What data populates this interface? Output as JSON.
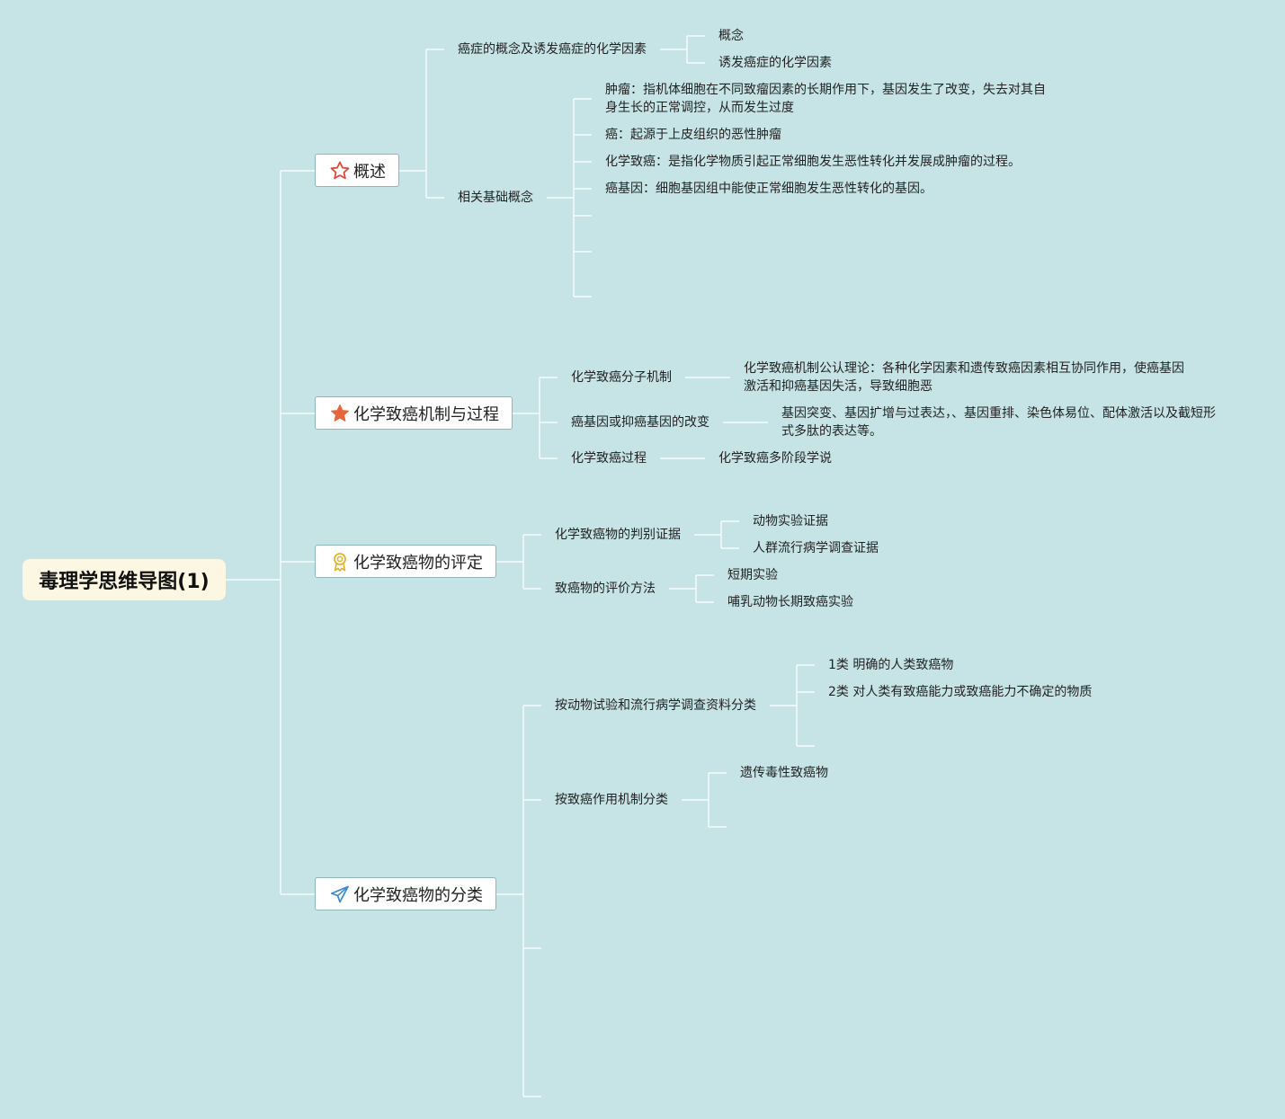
{
  "root": {
    "title": "毒理学思维导图(1)"
  },
  "branches": {
    "overview": {
      "label": "概述",
      "icon": "star-outline-icon",
      "topics": {
        "concept_factors": {
          "label": "癌症的概念及诱发癌症的化学因素",
          "items": [
            "概念",
            "诱发癌症的化学因素"
          ]
        },
        "basic_concepts": {
          "label": "相关基础概念",
          "items": [
            "肿瘤：指机体细胞在不同致瘤因素的长期作用下，基因发生了改变，失去对其自身生长的正常调控，从而发生过度",
            "癌：起源于上皮组织的恶性肿瘤",
            "化学致癌：是指化学物质引起正常细胞发生恶性转化并发展成肿瘤的过程。",
            "癌基因：细胞基因组中能使正常细胞发生恶性转化的基因。"
          ]
        }
      }
    },
    "mechanism": {
      "label": "化学致癌机制与过程",
      "icon": "star-filled-icon",
      "topics": {
        "molecular": {
          "label": "化学致癌分子机制",
          "detail": "化学致癌机制公认理论：各种化学因素和遗传致癌因素相互协同作用，使癌基因激活和抑癌基因失活，导致细胞恶"
        },
        "gene_change": {
          "label": "癌基因或抑癌基因的改变",
          "detail": "基因突变、基因扩增与过表达，、基因重排、染色体易位、配体激活以及截短形式多肽的表达等。"
        },
        "process": {
          "label": "化学致癌过程",
          "detail": "化学致癌多阶段学说"
        }
      }
    },
    "evaluation": {
      "label": "化学致癌物的评定",
      "icon": "award-ribbon-icon",
      "topics": {
        "evidence": {
          "label": "化学致癌物的判别证据",
          "items": [
            "动物实验证据",
            "人群流行病学调查证据"
          ]
        },
        "methods": {
          "label": "致癌物的评价方法",
          "items": [
            "短期实验",
            "哺乳动物长期致癌实验"
          ]
        }
      }
    },
    "classification": {
      "label": "化学致癌物的分类",
      "icon": "paper-plane-icon",
      "topics": {
        "by_evidence": {
          "label": "按动物试验和流行病学调查资料分类",
          "items": [
            "1类 明确的人类致癌物",
            "2类 对人类有致癌能力或致癌能力不确定的物质"
          ]
        },
        "by_mechanism": {
          "label": "按致癌作用机制分类",
          "items": [
            "遗传毒性致癌物"
          ]
        }
      }
    }
  },
  "colors": {
    "background": "#c6e4e6",
    "connector": "#ffffff",
    "root_fill": "#fcf7e3",
    "node_border": "#8fb6ba",
    "icon_red": "#e04a3f",
    "icon_orange": "#e8643a",
    "icon_gold": "#e6b22e",
    "icon_blue": "#3a8ad0"
  }
}
